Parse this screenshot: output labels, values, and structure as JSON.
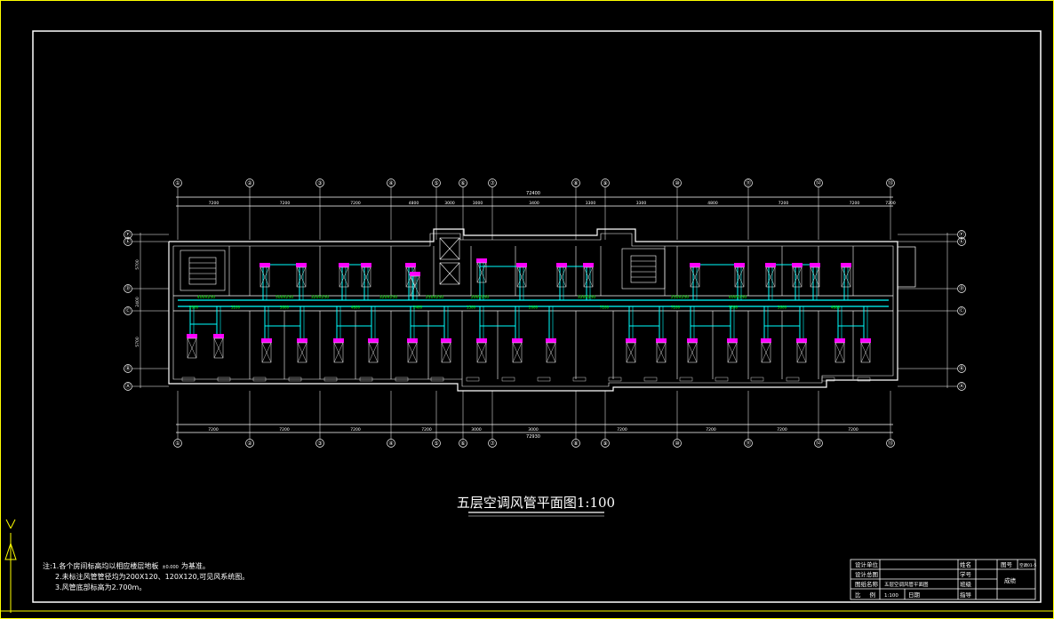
{
  "drawing": {
    "title": "五层空调风管平面图1:100",
    "top_overall_dim": "72400",
    "bottom_overall_dim": "72930",
    "top_axes": [
      "①",
      "②",
      "③",
      "④",
      "⑤",
      "⑥",
      "⑦",
      "⑧",
      "⑨",
      "⑩",
      "⑪",
      "⑫",
      "⑬"
    ],
    "bottom_axes": [
      "①",
      "②",
      "③",
      "④",
      "⑤",
      "⑥",
      "⑦",
      "⑧",
      "⑨",
      "⑩",
      "⑪",
      "⑫",
      "⑬"
    ],
    "left_axes": [
      "Ⓕ",
      "Ⓔ",
      "Ⓓ",
      "Ⓒ",
      "Ⓑ",
      "Ⓐ"
    ],
    "right_axes": [
      "Ⓕ",
      "Ⓔ",
      "Ⓓ",
      "Ⓒ",
      "Ⓑ",
      "Ⓐ"
    ],
    "top_dims": [
      "7200",
      "7200",
      "7200",
      "4800",
      "3000",
      "3000",
      "3400",
      "3300",
      "3300",
      "4800",
      "7200",
      "7200",
      "7200"
    ],
    "bottom_dims": [
      "7200",
      "7200",
      "7200",
      "7200",
      "3000",
      "3000",
      "7200",
      "7200",
      "7200",
      "7200"
    ],
    "left_dims": [
      "5700",
      "2400",
      "5700"
    ],
    "duct_size_labels": [
      "400X250",
      "500X250",
      "320X250",
      "320X250",
      "250X250",
      "200X250",
      "320X250",
      "250X250",
      "400X250"
    ],
    "duct_dims": [
      "2000",
      "3200",
      "3600",
      "4800",
      "2400",
      "1500",
      "2000",
      "7200",
      "7200",
      "7200",
      "3600",
      "4800"
    ]
  },
  "notes": {
    "line1": "注:1.各个房间标高均以相应楼层地板",
    "line1_mark": "±0.000",
    "line1_end": "为基准。",
    "line2": "2.未标注风管管径均为200X120、120X120,可见风系统图。",
    "line3": "3.风管底部标高为2.700m。"
  },
  "title_block": {
    "r1c1": "设计单位",
    "r1c3": "姓名",
    "r1c4": "图号",
    "r1c5": "空调01-5",
    "r2c1": "设计总图",
    "r2c3": "学号",
    "r3c1": "图纸名称",
    "r3c2": "五层空调风管平面图",
    "r3c3": "班级",
    "r3c4": "成绩",
    "r4c1": "比",
    "r4c1b": "例",
    "r4c2a": "1:100",
    "r4c2b": "日期",
    "r4c3": "指导"
  },
  "colors": {
    "frame": "#ffff00",
    "wall": "#ffffff",
    "duct": "#00ffff",
    "dim": "#00ff00",
    "unit": "#ff00ff"
  }
}
